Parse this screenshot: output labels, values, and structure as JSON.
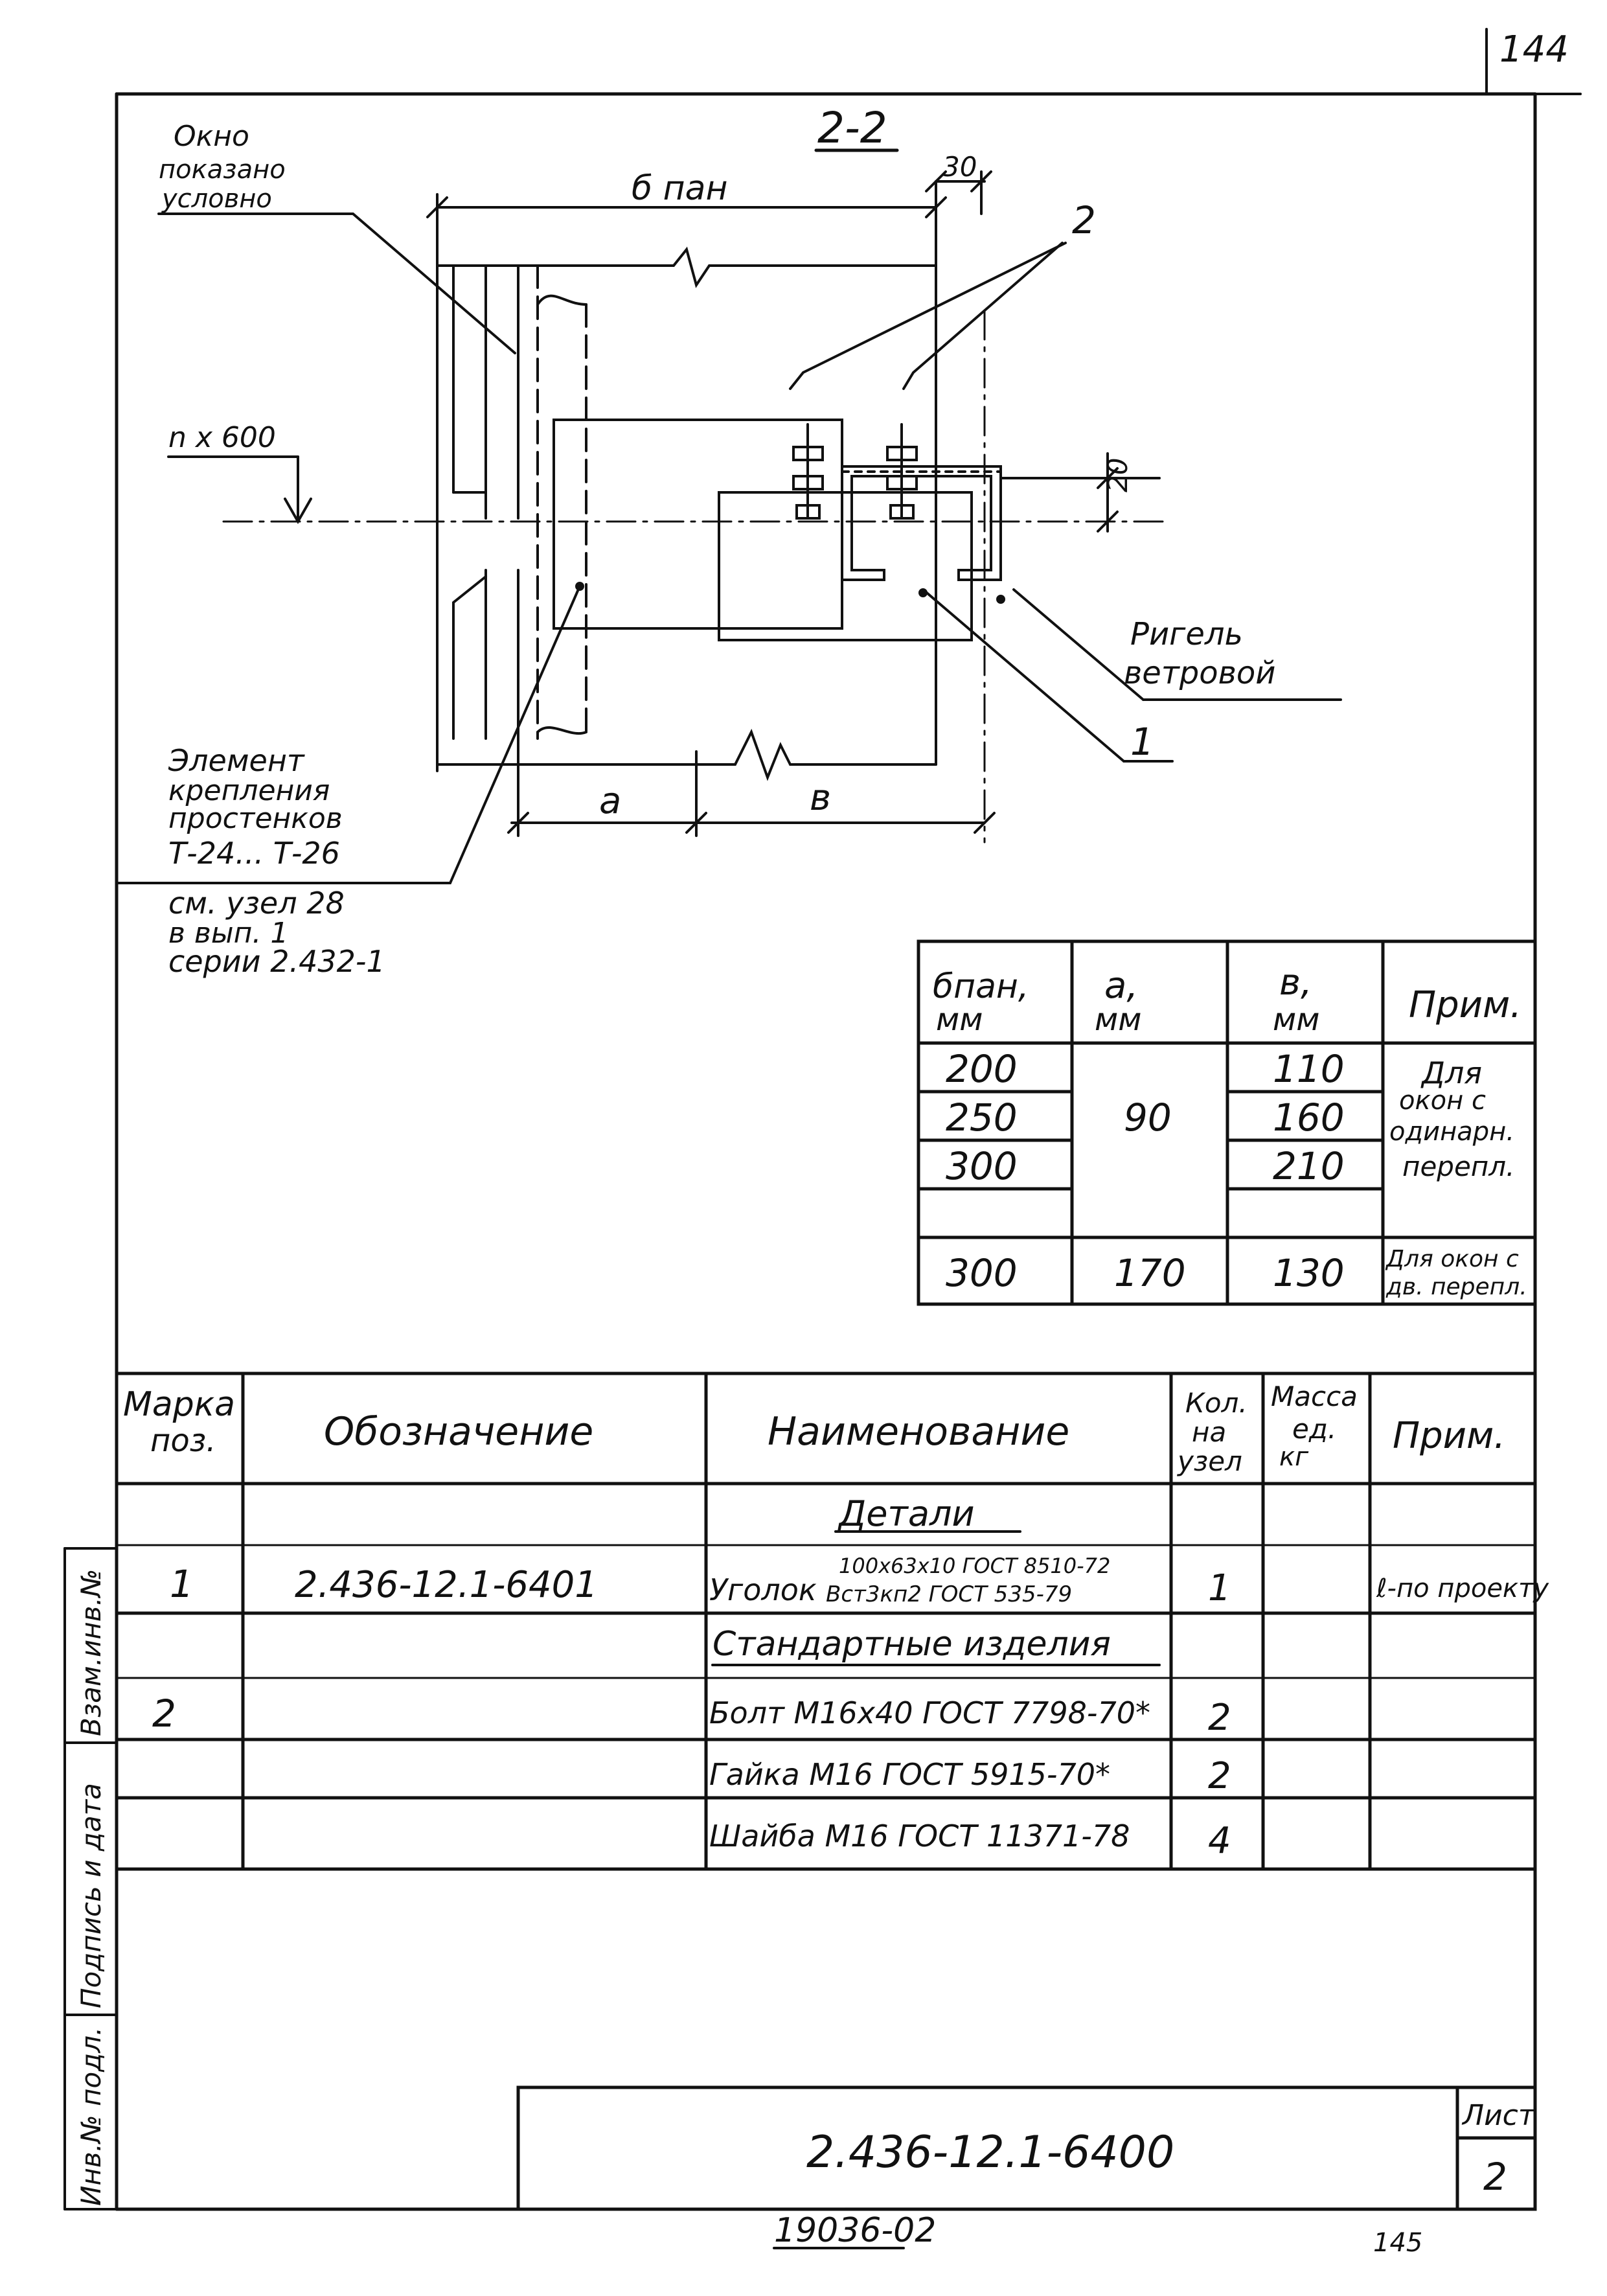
{
  "sheet_number_top": "144",
  "section_title": "2-2",
  "notes": {
    "window_line1": "Окно",
    "window_line2": "показано",
    "window_line3": "условно",
    "b_pan_label": "б пан",
    "dim_30": "30",
    "callout_2": "2",
    "n600": "n x 600",
    "dim_20": "20",
    "rigel_line1": "Ригель",
    "rigel_line2": "ветровой",
    "callout_1": "1",
    "dim_a": "a",
    "dim_b": "в",
    "element_line1": "Элемент",
    "element_line2": "крепления",
    "element_line3": "простенков",
    "element_line4": "Т-24... Т-26",
    "element_line5": "см. узел 28",
    "element_line6": "в вып. 1",
    "element_line7": "серии 2.432-1"
  },
  "dim_table": {
    "headers": [
      [
        "бпан,",
        "мм"
      ],
      [
        "a,",
        "мм"
      ],
      [
        "в,",
        "мм"
      ],
      [
        "Прим."
      ]
    ],
    "rows_b_pan": [
      "200",
      "250",
      "300",
      "300"
    ],
    "a_merged": "90",
    "a_last": "170",
    "rows_b": [
      "110",
      "160",
      "210",
      "130"
    ],
    "note1": [
      "Для",
      "окон с",
      "одинарн.",
      "перепл."
    ],
    "note2": [
      "Для окон с",
      "дв. перепл."
    ]
  },
  "spec_table": {
    "h_mark": [
      "Марка",
      "поз."
    ],
    "h_designation": "Обозначение",
    "h_name": "Наименование",
    "h_qty": [
      "Кол.",
      "на",
      "узел"
    ],
    "h_mass": [
      "Масса",
      "ед.",
      "кг"
    ],
    "h_note": "Прим.",
    "section_details": "Детали",
    "row1": {
      "mark": "1",
      "designation": "2.436-12.1-6401",
      "name_main": "Уголок",
      "name_top": "100х63х10 ГОСТ 8510-72",
      "name_bottom": "Вст3кп2 ГОСТ 535-79",
      "qty": "1",
      "note": "ℓ-по проекту"
    },
    "section_standard": "Стандартные изделия",
    "row2": {
      "mark": "2",
      "name": "Болт М16х40 ГОСТ 7798-70*",
      "qty": "2"
    },
    "row3": {
      "name": "Гайка М16 ГОСТ 5915-70*",
      "qty": "2"
    },
    "row4": {
      "name": "Шайба М16 ГОСТ 11371-78",
      "qty": "4"
    }
  },
  "side_labels": [
    "Взам.инв.№",
    "Подпись и дата",
    "Инв.№ подл."
  ],
  "title_block": {
    "designation": "2.436-12.1-6400",
    "sheet_label": "Лист",
    "sheet_number": "2"
  },
  "bottom_number": "19036-02",
  "bottom_page": "145"
}
